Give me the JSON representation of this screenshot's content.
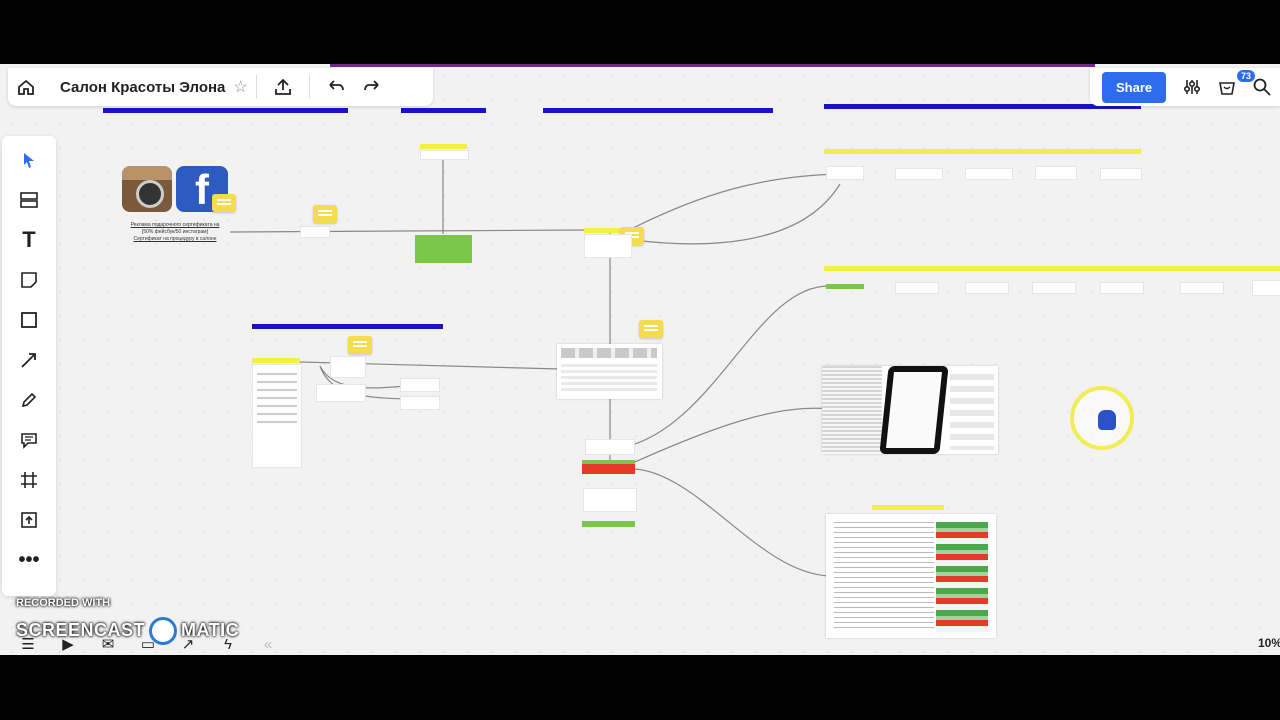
{
  "header": {
    "board_title": "Салон Красоты Элона",
    "share_label": "Share",
    "notification_count": "73"
  },
  "icons": {
    "home": "home-icon",
    "star": "star-icon",
    "export": "upload-icon",
    "undo": "undo-icon",
    "redo": "redo-icon",
    "settings": "sliders-icon",
    "reactions": "reactions-icon",
    "search": "search-icon"
  },
  "canvas": {
    "caption_lines": [
      "Реклама подарочного сертификата на",
      "[50% фейсбук/50 инстаграм]",
      "Сертификат на процедуру в салоне"
    ]
  },
  "watermark": {
    "line1": "RECORDED WITH",
    "line2a": "SCREENCAST",
    "line2b": "MATIC"
  },
  "zoom": {
    "label": "10%"
  },
  "colors": {
    "accent": "#2d6cf0",
    "yellow": "#f2f044",
    "blue_bar": "#1a12c7",
    "green": "#7cc64a",
    "red": "#e53a2a"
  }
}
